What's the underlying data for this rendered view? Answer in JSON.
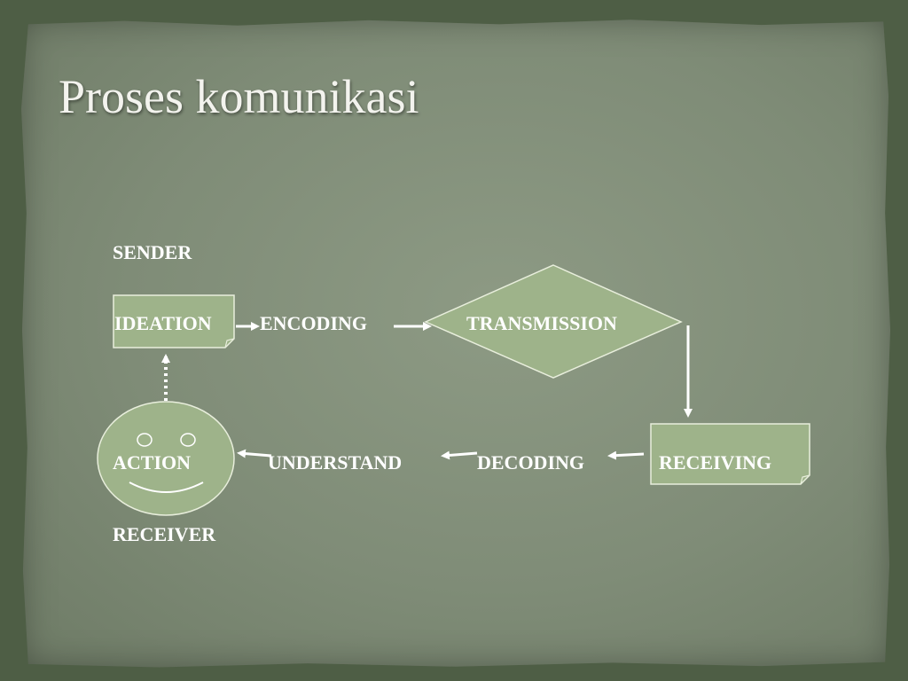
{
  "slide": {
    "title": "Proses komunikasi"
  },
  "diagram": {
    "sender_label": "SENDER",
    "receiver_label": "RECEIVER",
    "nodes": {
      "ideation": "IDEATION",
      "encoding": "ENCODING",
      "transmission": "TRANSMISSION",
      "receiving": "RECEIVING",
      "decoding": "DECODING",
      "understand": "UNDERSTAND",
      "action": "ACTION"
    }
  },
  "colors": {
    "shape_fill": "#9eb38a",
    "shape_stroke": "#e8eedc",
    "text": "#ffffff",
    "arrow": "#ffffff"
  }
}
